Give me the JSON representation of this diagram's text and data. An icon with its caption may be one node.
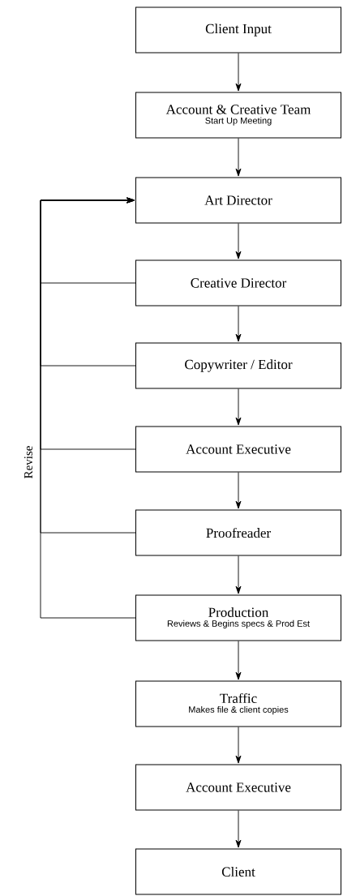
{
  "diagram": {
    "nodes": [
      {
        "text": [
          "Client Input"
        ]
      },
      {
        "text": [
          "Account & Creative Team",
          "Start Up Meeting"
        ]
      },
      {
        "text": [
          "Art Director"
        ]
      },
      {
        "text": [
          "Creative Director"
        ]
      },
      {
        "text": [
          "Copywriter / Editor"
        ]
      },
      {
        "text": [
          "Account Executive"
        ]
      },
      {
        "text": [
          "Proofreader"
        ]
      },
      {
        "text": [
          "Production",
          "Reviews & Begins specs & Prod Est"
        ]
      },
      {
        "text": [
          "Traffic",
          "Makes file & client copies"
        ]
      },
      {
        "text": [
          "Account Executive"
        ]
      },
      {
        "text": [
          "Client"
        ]
      }
    ],
    "edges": [
      {
        "from": 0,
        "to": 1,
        "arrow": "to"
      },
      {
        "from": 1,
        "to": 2,
        "arrow": "to"
      },
      {
        "from": 2,
        "to": 3,
        "arrow": "to"
      },
      {
        "from": 3,
        "to": 4,
        "arrow": "to"
      },
      {
        "from": 4,
        "to": 5,
        "arrow": "to"
      },
      {
        "from": 5,
        "to": 6,
        "arrow": "to"
      },
      {
        "from": 6,
        "to": 7,
        "arrow": "to"
      },
      {
        "from": 7,
        "to": 8,
        "arrow": "to"
      },
      {
        "from": 8,
        "to": 9,
        "arrow": "to"
      },
      {
        "from": 9,
        "to": 10,
        "arrow": "to"
      },
      {
        "from": 3,
        "to": 2,
        "arrow": "to"
      },
      {
        "from": 4,
        "to": 2,
        "arrow": "to"
      },
      {
        "from": 5,
        "to": 2,
        "arrow": "to"
      },
      {
        "from": 6,
        "to": 2,
        "arrow": "to"
      },
      {
        "from": 7,
        "to": 2,
        "arrow": "to"
      }
    ],
    "labels": [
      "Revise"
    ]
  }
}
